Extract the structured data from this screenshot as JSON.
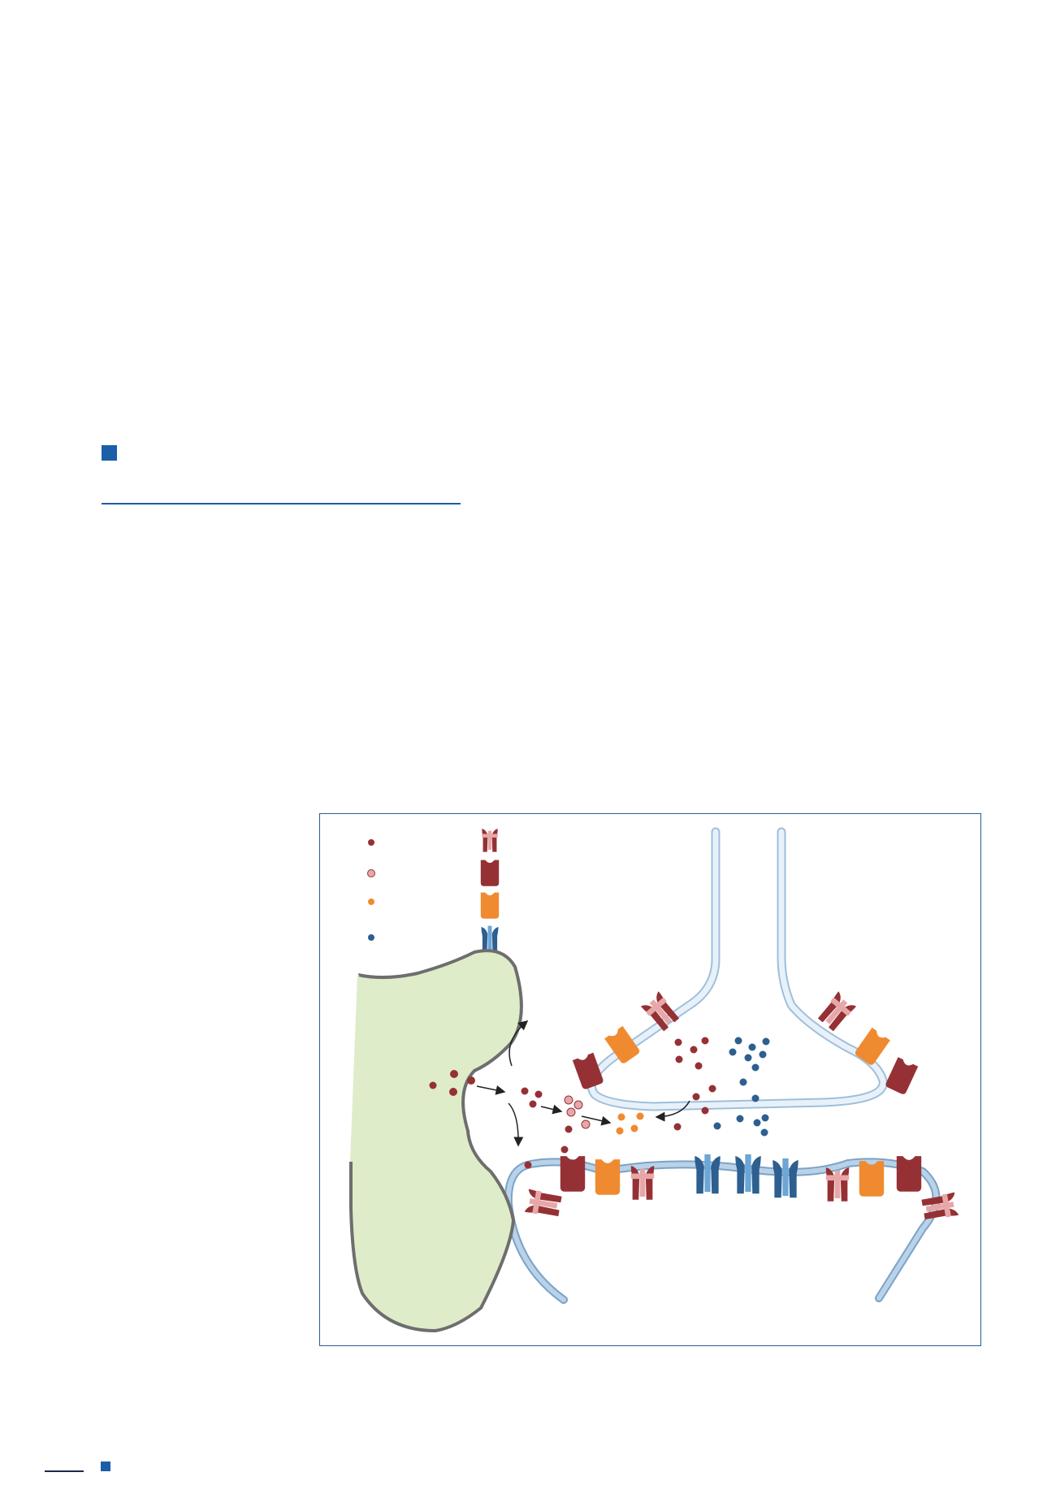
{
  "page": {
    "accent_color": "#1a5fa8"
  },
  "figure": {
    "colors": {
      "glia_fill": "#dfecc9",
      "glia_border": "#6e6e6e",
      "presynaptic_membrane": "#d6e6f3",
      "postsynaptic_membrane": "#a8c4dd",
      "dark_red": "#953135",
      "pink": "#e7a7a8",
      "orange": "#f08a30",
      "blue": "#2d5f8f"
    },
    "legend": [
      {
        "dot": "dark-red-dot",
        "receptor": "dark-red-channel-receptor"
      },
      {
        "dot": "pink-dot",
        "receptor": "dark-red-cup-receptor"
      },
      {
        "dot": "orange-dot",
        "receptor": "orange-cup-receptor"
      },
      {
        "dot": "blue-dot",
        "receptor": "blue-channel-receptor"
      }
    ]
  }
}
